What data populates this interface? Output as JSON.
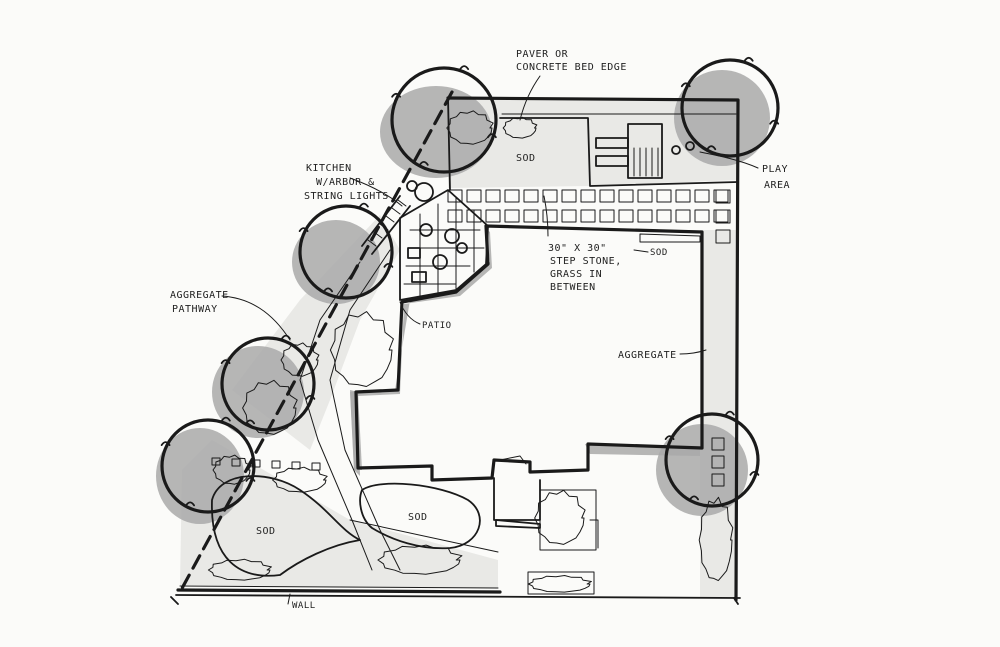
{
  "labels": {
    "paver": [
      "PAVER OR",
      "CONCRETE BED EDGE"
    ],
    "play": [
      "PLAY",
      "AREA"
    ],
    "kitchen": [
      "KITCHEN",
      "W/ARBOR &",
      "STRING LIGHTS"
    ],
    "sod_top": "SOD",
    "sod_right": "SOD",
    "stepstone": [
      "30\" X 30\"",
      "STEP STONE,",
      "GRASS IN",
      "BETWEEN"
    ],
    "aggregate_path": [
      "AGGREGATE",
      "PATHWAY"
    ],
    "patio": "PATIO",
    "aggregate": "AGGREGATE",
    "sod_left": "SOD",
    "sod_mid": "SOD",
    "wall": "WALL"
  },
  "colors": {
    "ink": "#1a1a1a",
    "paper": "#fbfbf9",
    "shadow": "#a9a9a9"
  }
}
